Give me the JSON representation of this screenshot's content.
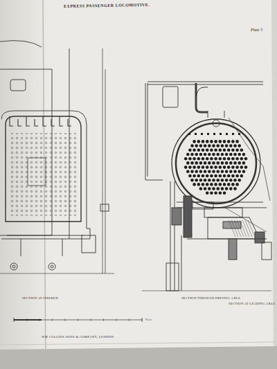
{
  "diagram": {
    "title": "EXPRESS PASSENGER LOCOMOTIVE.",
    "labels": [
      "Plate 5",
      "SECTION AT FIREBOX",
      "SECTION THROUGH DRIVING AXLE",
      "SECTION AT LEADING AXLE",
      "Feet",
      "WM COLLINS SONS & COMPANY, LONDON"
    ]
  }
}
